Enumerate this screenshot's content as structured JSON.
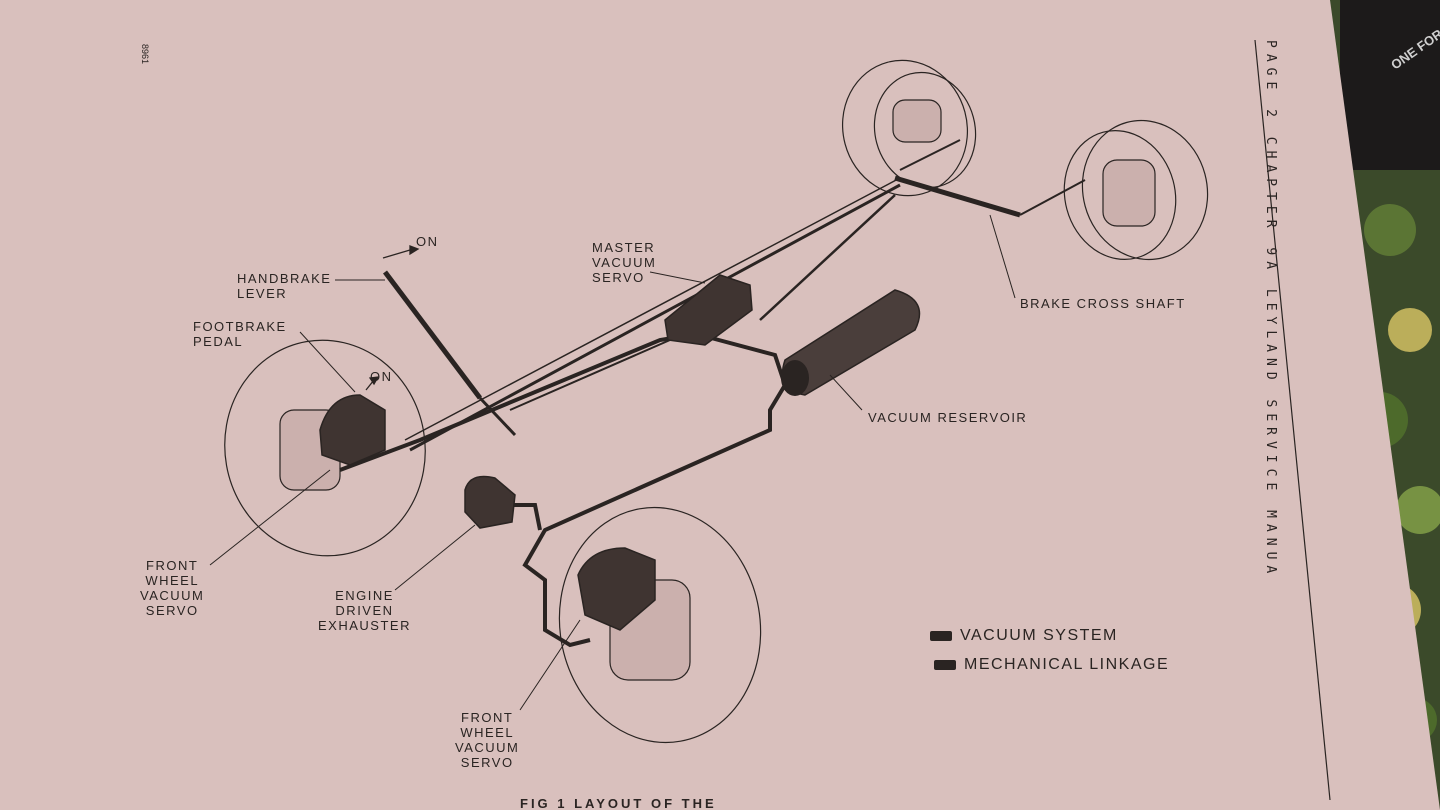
{
  "page": {
    "page_number": "8961",
    "header_text": "PAGE 2   CHAPTER 9A   LEYLAND SERVICE MANUA",
    "caption": "FIG 1  LAYOUT OF THE"
  },
  "labels": {
    "on_top": "ON",
    "handbrake_lever": [
      "HANDBRAKE",
      "LEVER"
    ],
    "footbrake_pedal": [
      "FOOTBRAKE",
      "PEDAL"
    ],
    "on_pedal": "ON",
    "master_vacuum_servo": [
      "MASTER",
      "VACUUM",
      "SERVO"
    ],
    "brake_cross_shaft": "BRAKE CROSS SHAFT",
    "vacuum_reservoir": "VACUUM RESERVOIR",
    "front_wheel_vacuum_servo_left": [
      "FRONT",
      "WHEEL",
      "VACUUM",
      "SERVO"
    ],
    "engine_driven_exhauster": [
      "ENGINE",
      "DRIVEN",
      "EXHAUSTER"
    ],
    "front_wheel_vacuum_servo_bottom": [
      "FRONT",
      "WHEEL",
      "VACUUM",
      "SERVO"
    ]
  },
  "legend": {
    "vacuum_system": "VACUUM SYSTEM",
    "mechanical_linkage": "MECHANICAL LINKAGE"
  },
  "decor": {
    "coaster_text": "ONE FOR ALL"
  },
  "colors": {
    "paper": "#d9c0bd",
    "ink": "#2a2422",
    "background": "#2b2320"
  }
}
